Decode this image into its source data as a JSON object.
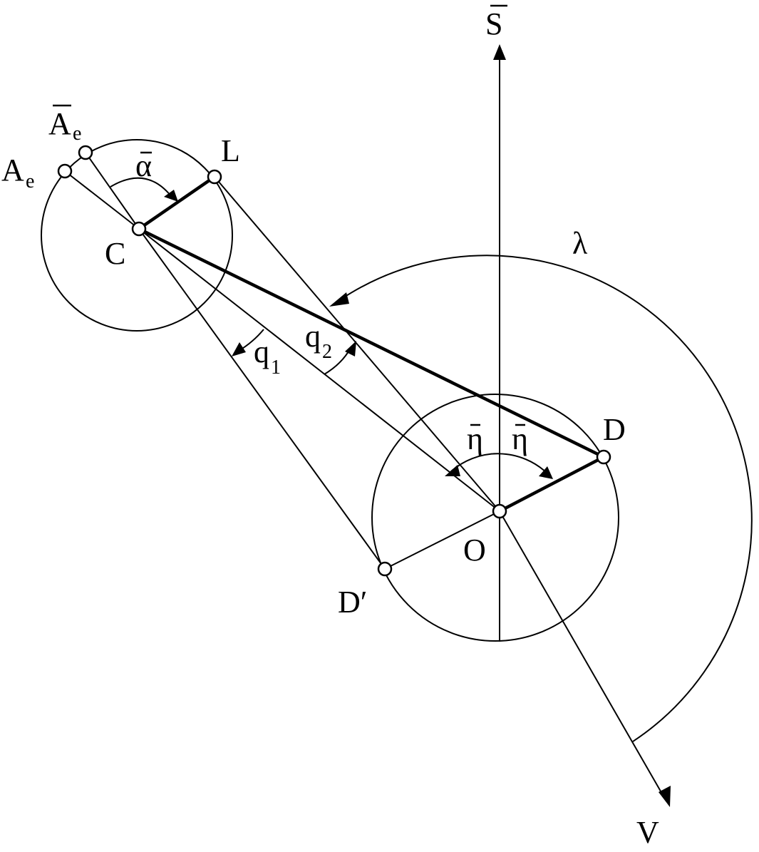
{
  "labels": {
    "S": "S",
    "V": "V",
    "lambda": "λ",
    "A": "A",
    "A_sub": "e",
    "Abar": "A",
    "Abar_sub": "e",
    "alpha_bar": "α",
    "L": "L",
    "C": "C",
    "q1": "q",
    "q1_sub": "1",
    "q2": "q",
    "q2_sub": "2",
    "eta_left": "η",
    "eta_right": "η",
    "D": "D",
    "Dprime": "D′",
    "O": "O"
  }
}
